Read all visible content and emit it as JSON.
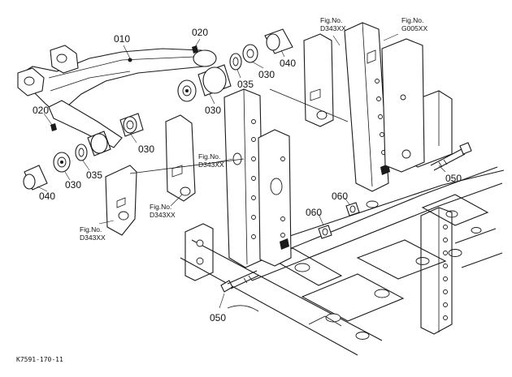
{
  "diagram": {
    "part_labels": {
      "p010": "010",
      "p020_top": "020",
      "p020_left": "020",
      "p030_a": "030",
      "p030_b": "030",
      "p030_c": "030",
      "p030_d": "030",
      "p035_a": "035",
      "p035_b": "035",
      "p040_a": "040",
      "p040_b": "040",
      "p050_a": "050",
      "p050_b": "050",
      "p060_a": "060",
      "p060_b": "060"
    },
    "fig_refs": {
      "ref1": {
        "label": "Fig.No.",
        "code": "D343XX"
      },
      "ref2": {
        "label": "Fig.No.",
        "code": "G005XX"
      },
      "ref3": {
        "label": "Fig.No.",
        "code": "D343XX"
      },
      "ref4": {
        "label": "Fig.No.",
        "code": "D343XX"
      },
      "ref5": {
        "label": "Fig.No.",
        "code": "D343XX"
      }
    },
    "footer_code": "K7591-170-11"
  }
}
